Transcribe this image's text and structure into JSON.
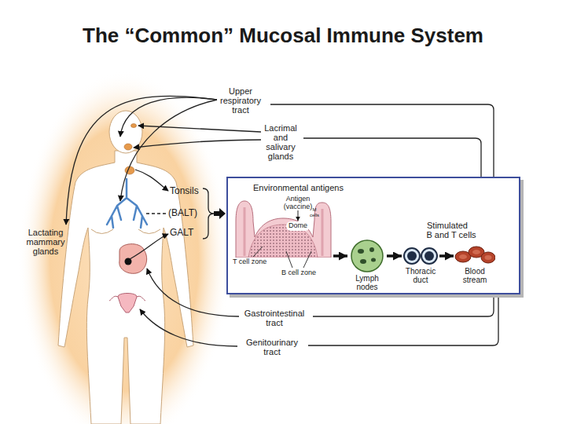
{
  "diagram": {
    "title": "The “Common” Mucosal Immune System",
    "nodes": [
      {
        "text": [
          "Environmental antigens"
        ]
      },
      {
        "text": [
          "Dome"
        ],
        "in": 0
      },
      {
        "text": [
          "Lymph nodes"
        ],
        "in": 0
      },
      {
        "text": [
          "Thoracic duct"
        ],
        "in": 0
      },
      {
        "text": [
          "Blood stream"
        ],
        "in": 0
      }
    ],
    "edges": [
      {
        "from": 1,
        "to": 2,
        "arrow": "to"
      },
      {
        "from": 2,
        "to": 3,
        "arrow": "to"
      },
      {
        "from": 3,
        "to": 4,
        "arrow": "to"
      }
    ],
    "labels": [
      "Upper respiratory tract",
      "Lacrimal and salivary glands",
      "Tonsils",
      "(BALT)",
      "GALT",
      "Lactating mammary glands",
      "Gastrointestinal tract",
      "Genitourinary tract",
      "Antigen (vaccine)",
      "M cells",
      "T cell zone",
      "B cell zone",
      "Stimulated B and T cells"
    ]
  }
}
